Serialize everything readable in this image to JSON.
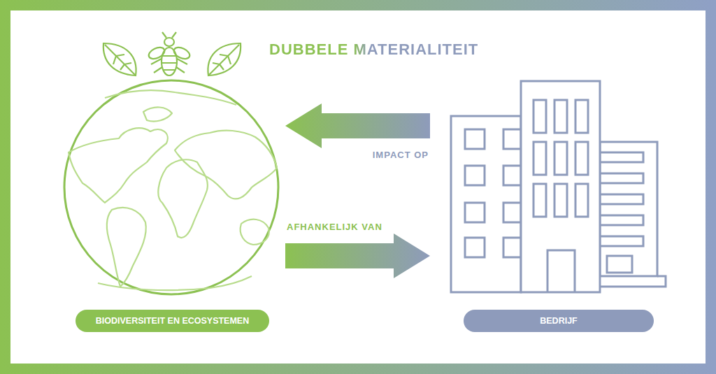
{
  "diagram": {
    "title": "DUBBELE MATERIALITEIT",
    "nodes": [
      {
        "text": [
          "BIODIVERSITEIT EN ECOSYSTEMEN"
        ]
      },
      {
        "text": [
          "BEDRIJF"
        ]
      }
    ],
    "edges": [
      {
        "from": 1,
        "to": 0,
        "label": "IMPACT OP",
        "arrow": "to"
      },
      {
        "from": 0,
        "to": 1,
        "label": "AFHANKELIJK VAN",
        "arrow": "to"
      }
    ]
  }
}
